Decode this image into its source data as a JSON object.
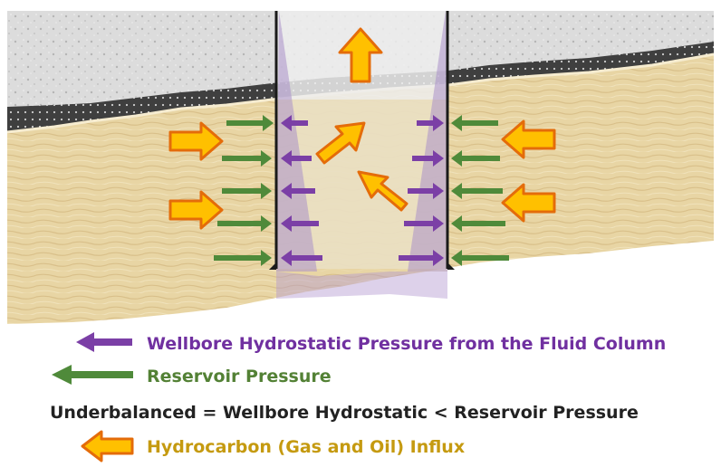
{
  "legend": {
    "wellbore_hydrostatic": "Wellbore Hydrostatic Pressure from the Fluid Column",
    "reservoir_pressure": "Reservoir Pressure",
    "condition": "Underbalanced = Wellbore Hydrostatic < Reservoir Pressure",
    "influx": "Hydrocarbon (Gas and Oil) Influx"
  },
  "colors": {
    "hydrostatic_arrow": "#7b3fa6",
    "reservoir_arrow": "#4f8a3a",
    "influx_arrow_fill": "#ffc000",
    "influx_arrow_stroke": "#e46c0a",
    "legend_text_purple": "#7030a0",
    "legend_text_green": "#538135",
    "legend_text_dark": "#222222",
    "legend_text_gold": "#c59a10"
  },
  "icons": {
    "hydrostatic": "left-arrow-purple-icon",
    "reservoir": "left-arrow-green-icon",
    "influx": "block-arrow-orange-icon"
  }
}
